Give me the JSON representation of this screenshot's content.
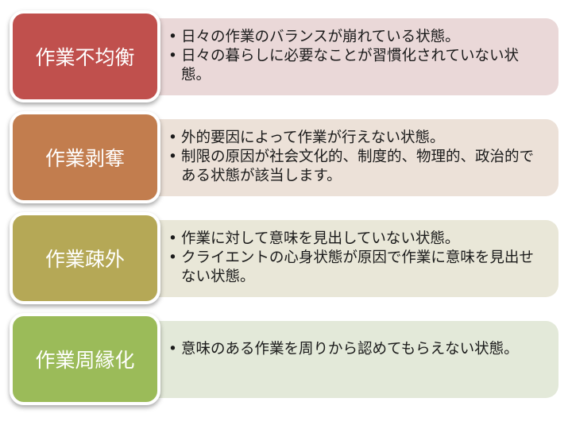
{
  "rows": [
    {
      "label": "作業不均衡",
      "label_color": "#c0504d",
      "detail_color": "#ead8d8",
      "items": [
        "日々の作業のバランスが崩れている状態。",
        "日々の暮らしに必要なことが習慣化されていない状態。"
      ]
    },
    {
      "label": "作業剥奪",
      "label_color": "#c27d4e",
      "detail_color": "#ece1d8",
      "items": [
        "外的要因によって作業が行えない状態。",
        "制限の原因が社会文化的、制度的、物理的、政治的である状態が該当します。"
      ]
    },
    {
      "label": "作業疎外",
      "label_color": "#b5a856",
      "detail_color": "#e9e7d8",
      "items": [
        "作業に対して意味を見出していない状態。",
        "クライエントの心身状態が原因で作業に意味を見出せない状態。"
      ]
    },
    {
      "label": "作業周縁化",
      "label_color": "#9bbb59",
      "detail_color": "#e3e9d9",
      "items": [
        "意味のある作業を周りから認めてもらえない状態。"
      ]
    }
  ],
  "bullet": "•"
}
